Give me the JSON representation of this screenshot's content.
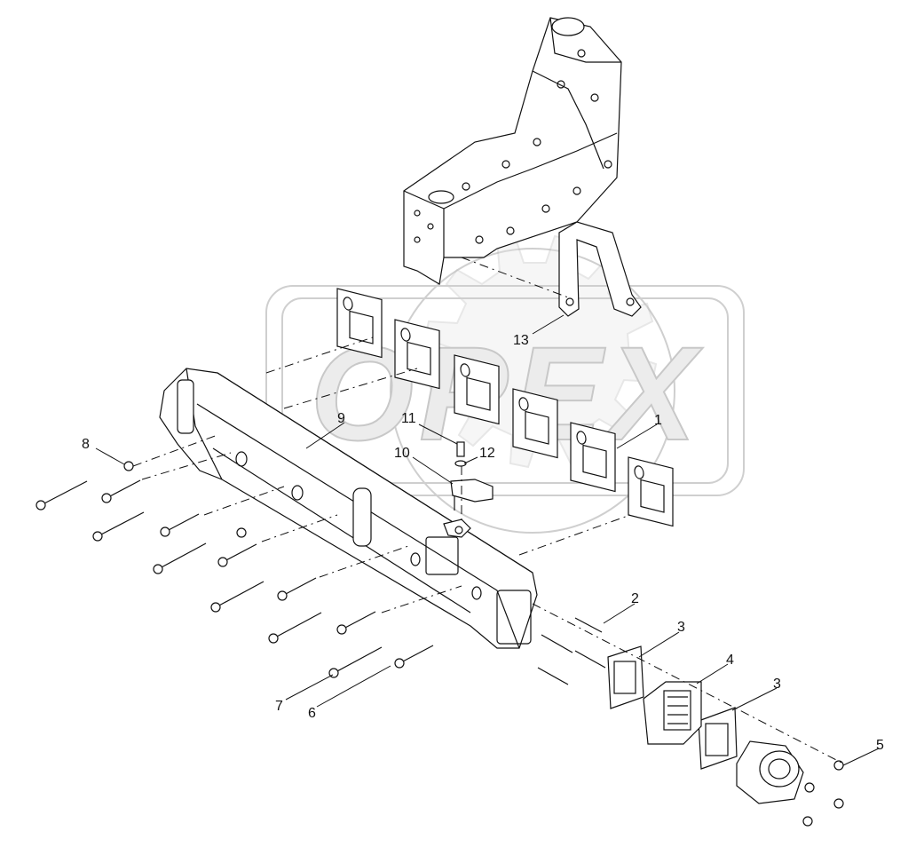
{
  "watermark": {
    "text": "OPEX"
  },
  "callouts": [
    {
      "id": "1",
      "label": "1"
    },
    {
      "id": "2",
      "label": "2"
    },
    {
      "id": "3a",
      "label": "3"
    },
    {
      "id": "3b",
      "label": "3"
    },
    {
      "id": "4",
      "label": "4"
    },
    {
      "id": "5",
      "label": "5"
    },
    {
      "id": "6",
      "label": "6"
    },
    {
      "id": "7",
      "label": "7"
    },
    {
      "id": "8",
      "label": "8"
    },
    {
      "id": "9",
      "label": "9"
    },
    {
      "id": "10",
      "label": "10"
    },
    {
      "id": "11",
      "label": "11"
    },
    {
      "id": "12",
      "label": "12"
    },
    {
      "id": "13",
      "label": "13"
    }
  ]
}
